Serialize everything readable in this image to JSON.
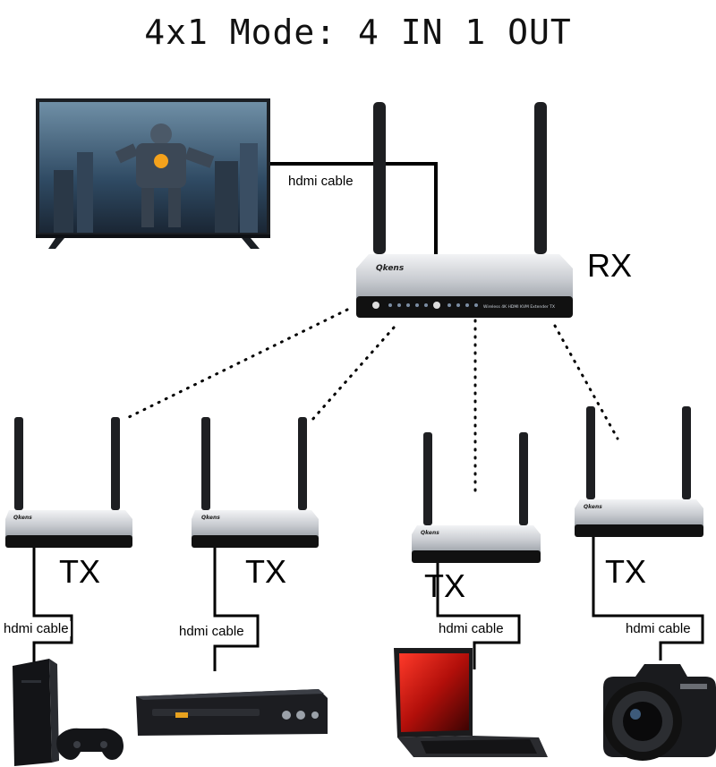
{
  "title": "4x1 Mode: 4 IN 1 OUT",
  "receiver": {
    "label": "RX",
    "brand": "Qkens",
    "model_text": "Wireless 4K HDMI KVM Extender TX"
  },
  "transmitters": [
    {
      "label": "TX",
      "brand": "Qkens",
      "cable_label": "hdmi cable",
      "source": "game-console"
    },
    {
      "label": "TX",
      "brand": "Qkens",
      "cable_label": "hdmi cable",
      "source": "dvd-player"
    },
    {
      "label": "TX",
      "brand": "Qkens",
      "cable_label": "hdmi cable",
      "source": "laptop"
    },
    {
      "label": "TX",
      "brand": "Qkens",
      "cable_label": "hdmi cable",
      "source": "camera"
    }
  ],
  "display": {
    "cable_label": "hdmi cable"
  },
  "colors": {
    "device_body": "#c9ccd1",
    "device_panel": "#111111",
    "cable": "#000000"
  }
}
